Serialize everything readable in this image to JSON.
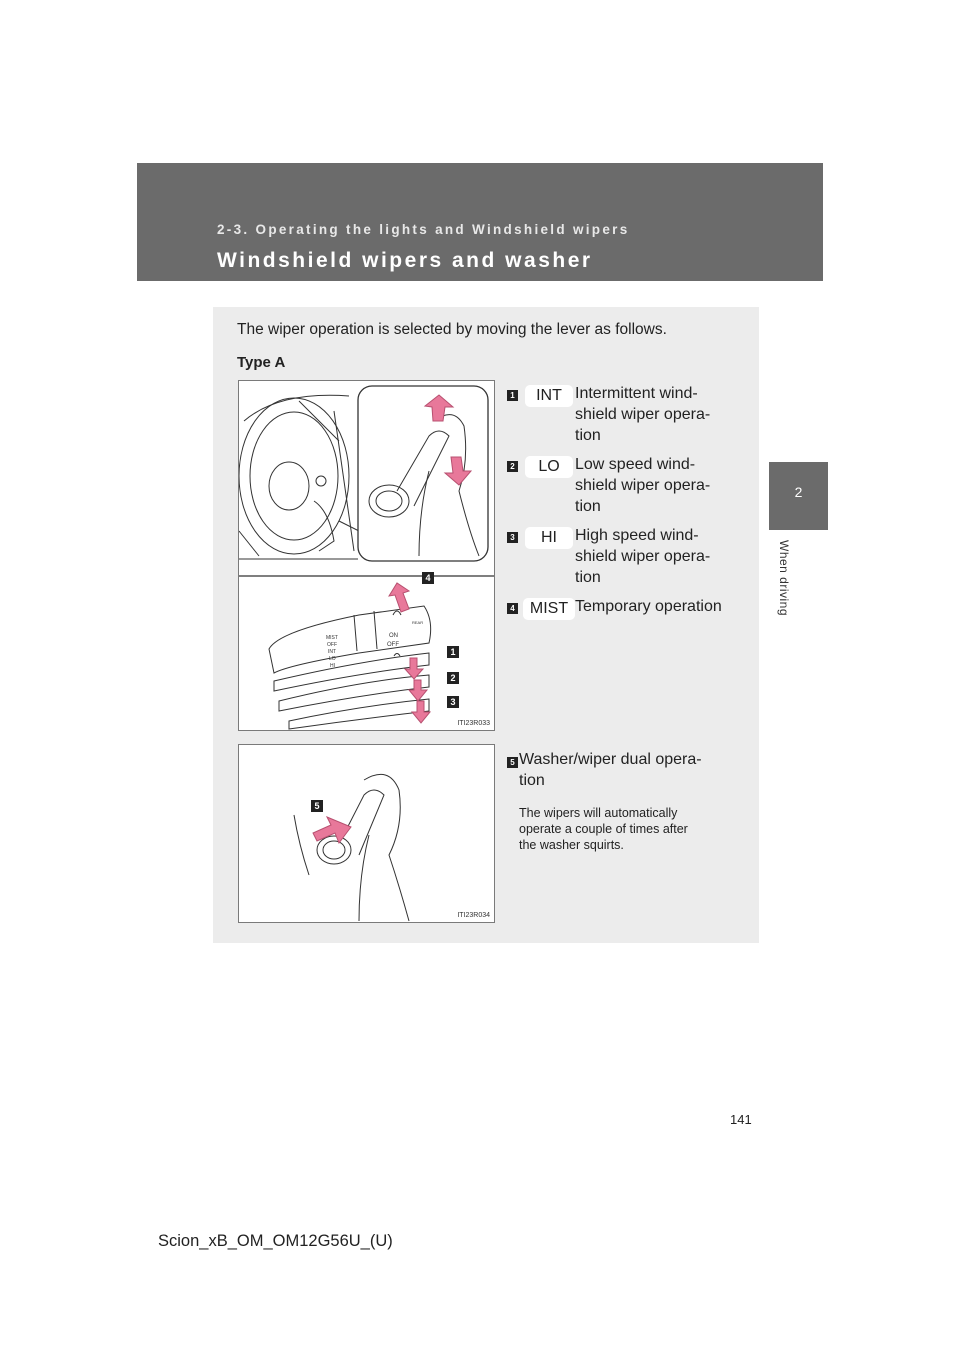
{
  "header": {
    "section": "2-3. Operating the lights and Windshield wipers",
    "title": "Windshield wipers and washer"
  },
  "side_tab": {
    "number": "2",
    "label": "When driving"
  },
  "content": {
    "intro": "The wiper operation is selected by moving the lever as follows.",
    "type_label": "Type A",
    "figure1_code": "ITI23R033",
    "figure2_code": "ITI23R034",
    "items": [
      {
        "badge": "1",
        "mode": "INT",
        "lines": [
          "Intermittent wind-",
          "shield wiper opera-",
          "tion"
        ]
      },
      {
        "badge": "2",
        "mode": "LO",
        "lines": [
          "Low speed wind-",
          "shield wiper opera-",
          "tion"
        ]
      },
      {
        "badge": "3",
        "mode": "HI",
        "lines": [
          "High speed wind-",
          "shield wiper opera-",
          "tion"
        ]
      },
      {
        "badge": "4",
        "mode": "MIST",
        "lines": [
          "Temporary operation"
        ]
      }
    ],
    "item5": {
      "badge": "5",
      "lines": [
        "Washer/wiper dual opera-",
        "tion"
      ],
      "note_lines": [
        "The wipers will automatically",
        "operate a couple of times after",
        "the washer squirts."
      ]
    },
    "lever_labels": [
      "MIST",
      "OFF",
      "INT",
      "LO",
      "HI"
    ],
    "rear_labels": [
      "ON",
      "OFF"
    ],
    "rear_tag": "REAR"
  },
  "page_number": "141",
  "footer": "Scion_xB_OM_OM12G56U_(U)",
  "colors": {
    "header_bg": "#6b6b6b",
    "panel_bg": "#ececec",
    "arrow_pink": "#e8789a"
  }
}
